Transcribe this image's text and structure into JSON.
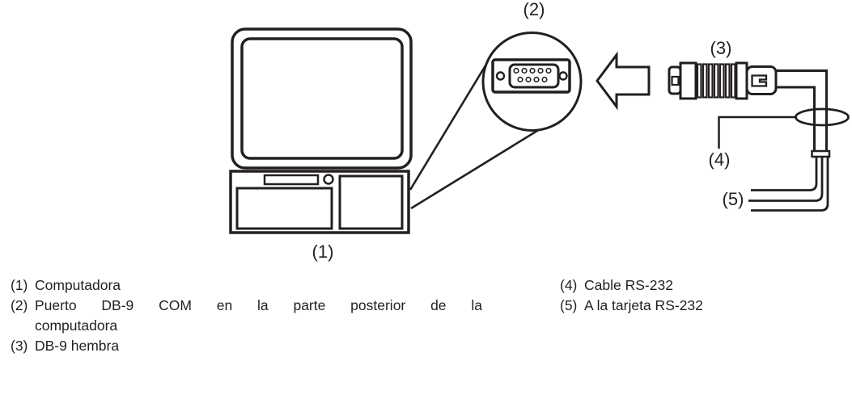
{
  "colors": {
    "ink": "#231f20",
    "background": "#ffffff"
  },
  "figure": {
    "labels": {
      "computer": "(1)",
      "port": "(2)",
      "connector": "(3)",
      "cable": "(4)",
      "wires": "(5)"
    }
  },
  "legend": {
    "left": [
      {
        "num": "(1)",
        "lines": [
          "Computadora"
        ]
      },
      {
        "num": "(2)",
        "lines": [
          "Puerto DB-9 COM en la parte posterior de la",
          "computadora"
        ]
      },
      {
        "num": "(3)",
        "lines": [
          "DB-9 hembra"
        ]
      }
    ],
    "right": [
      {
        "num": "(4)",
        "lines": [
          "Cable RS-232"
        ]
      },
      {
        "num": "(5)",
        "lines": [
          "A la tarjeta RS-232"
        ]
      }
    ]
  }
}
